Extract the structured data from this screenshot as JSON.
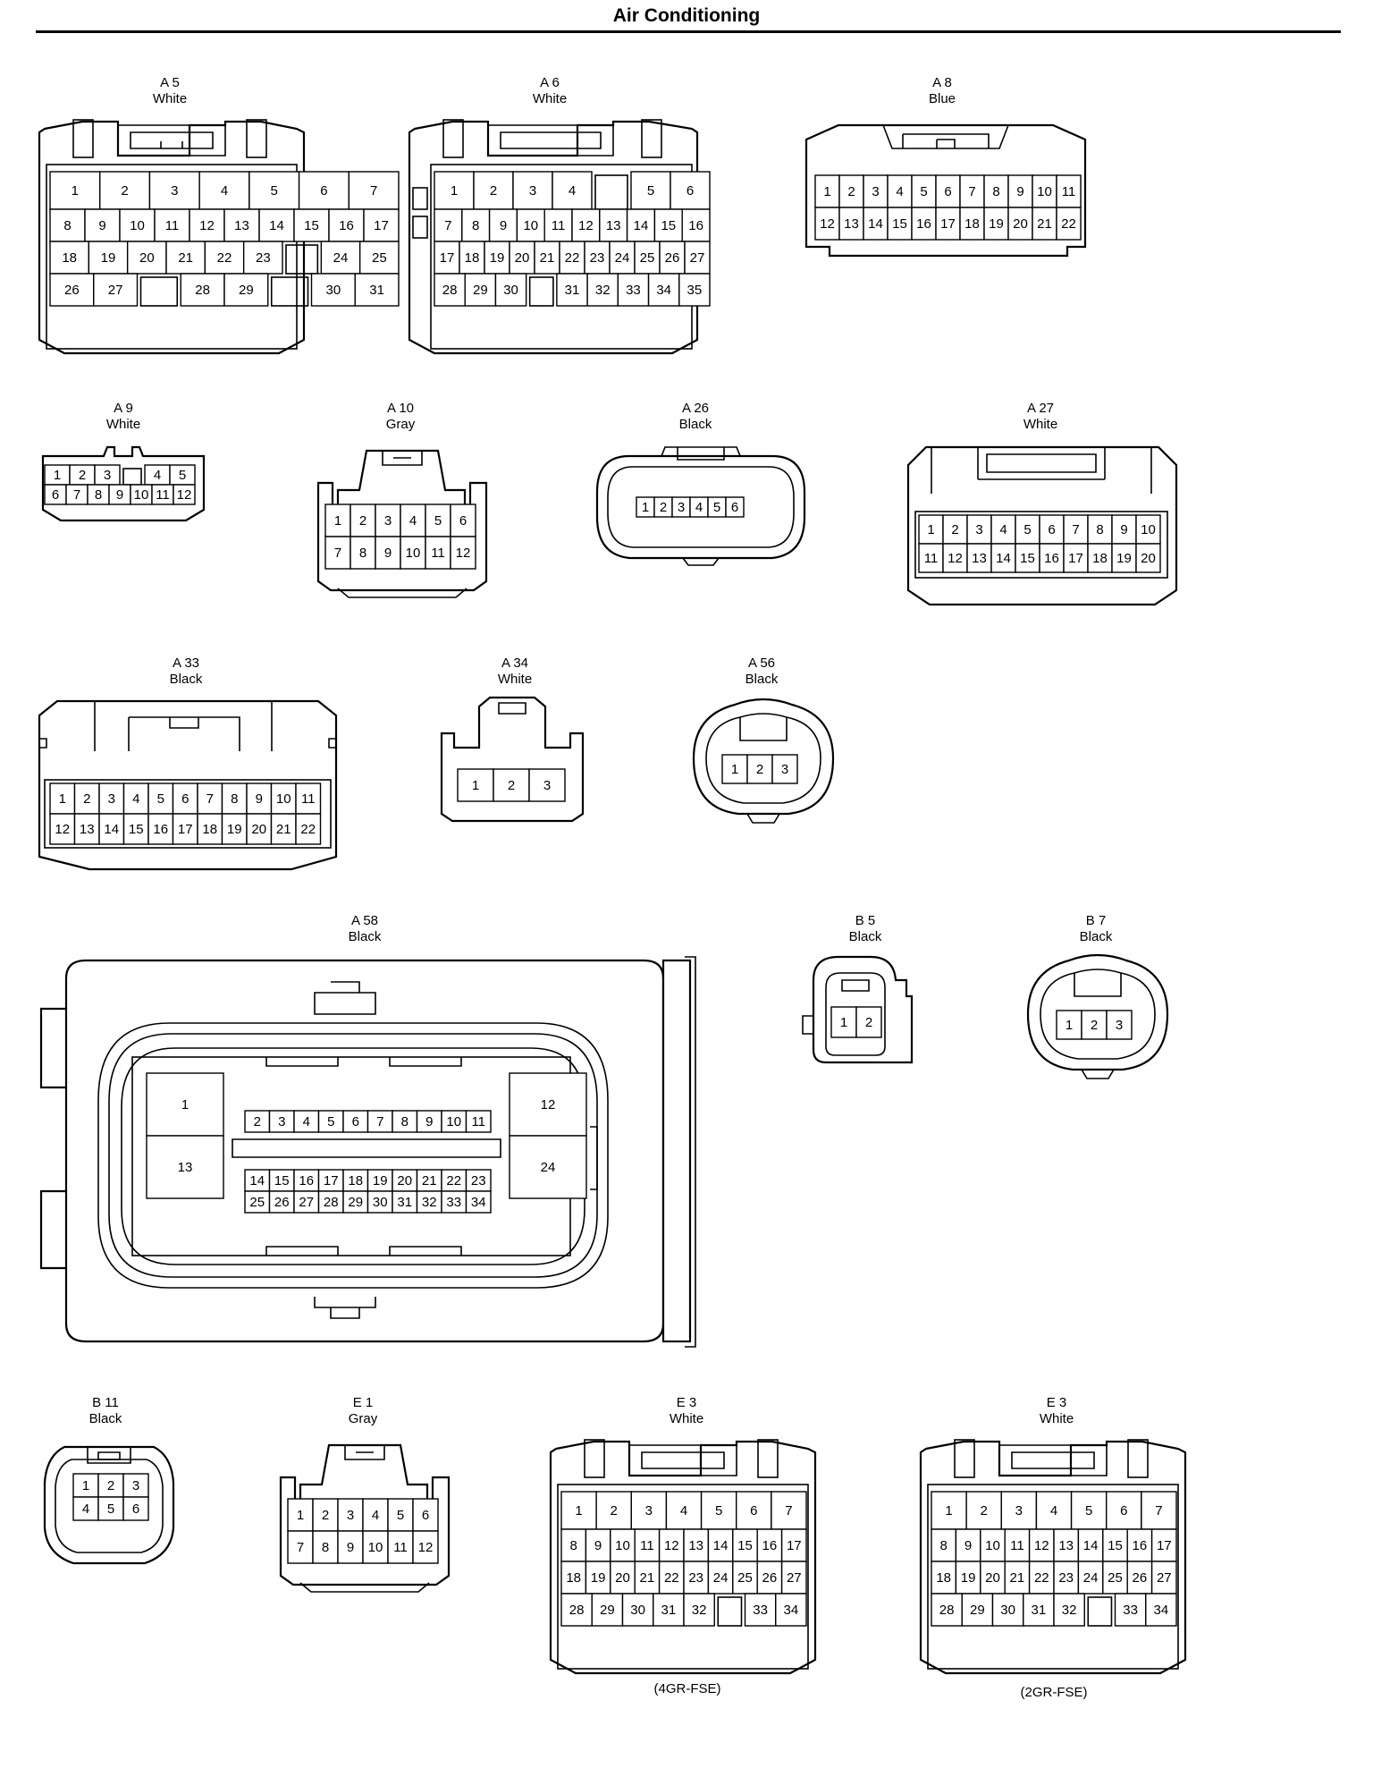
{
  "page_title": "Air Conditioning",
  "connectors": [
    {
      "id": "A5",
      "code": "A 5",
      "color": "White"
    },
    {
      "id": "A6",
      "code": "A 6",
      "color": "White"
    },
    {
      "id": "A8",
      "code": "A 8",
      "color": "Blue"
    },
    {
      "id": "A9",
      "code": "A 9",
      "color": "White"
    },
    {
      "id": "A10",
      "code": "A 10",
      "color": "Gray"
    },
    {
      "id": "A26",
      "code": "A 26",
      "color": "Black"
    },
    {
      "id": "A27",
      "code": "A 27",
      "color": "White"
    },
    {
      "id": "A33",
      "code": "A 33",
      "color": "Black"
    },
    {
      "id": "A34",
      "code": "A 34",
      "color": "White"
    },
    {
      "id": "A56",
      "code": "A 56",
      "color": "Black"
    },
    {
      "id": "A58",
      "code": "A 58",
      "color": "Black"
    },
    {
      "id": "B5",
      "code": "B 5",
      "color": "Black"
    },
    {
      "id": "B7",
      "code": "B 7",
      "color": "Black"
    },
    {
      "id": "B11",
      "code": "B 11",
      "color": "Black"
    },
    {
      "id": "E1",
      "code": "E 1",
      "color": "Gray"
    },
    {
      "id": "E3a",
      "code": "E 3",
      "color": "White",
      "variant": "(4GR-FSE)"
    },
    {
      "id": "E3b",
      "code": "E 3",
      "color": "White",
      "variant": "(2GR-FSE)"
    }
  ],
  "pins": {
    "A5": [
      [
        1,
        2,
        3,
        4,
        5,
        6,
        7
      ],
      [
        8,
        9,
        10,
        11,
        12,
        13,
        14,
        15,
        16,
        17
      ],
      [
        18,
        19,
        20,
        21,
        22,
        23,
        null,
        24,
        25
      ],
      [
        26,
        27,
        null,
        28,
        29,
        null,
        30,
        31
      ]
    ],
    "A6": [
      [
        1,
        2,
        3,
        4,
        null,
        5,
        6
      ],
      [
        7,
        8,
        9,
        10,
        11,
        12,
        13,
        14,
        15,
        16
      ],
      [
        17,
        18,
        19,
        20,
        21,
        22,
        23,
        24,
        25,
        26,
        27
      ],
      [
        28,
        29,
        30,
        null,
        31,
        32,
        33,
        34,
        35
      ]
    ],
    "A8": [
      [
        1,
        2,
        3,
        4,
        5,
        6,
        7,
        8,
        9,
        10,
        11
      ],
      [
        12,
        13,
        14,
        15,
        16,
        17,
        18,
        19,
        20,
        21,
        22
      ]
    ],
    "A9": [
      [
        1,
        2,
        3,
        null,
        4,
        5
      ],
      [
        6,
        7,
        8,
        9,
        10,
        11,
        12
      ]
    ],
    "A10": [
      [
        1,
        2,
        3,
        4,
        5,
        6
      ],
      [
        7,
        8,
        9,
        10,
        11,
        12
      ]
    ],
    "A26": [
      [
        1,
        2,
        3,
        4,
        5,
        6
      ]
    ],
    "A27": [
      [
        1,
        2,
        3,
        4,
        5,
        6,
        7,
        8,
        9,
        10
      ],
      [
        11,
        12,
        13,
        14,
        15,
        16,
        17,
        18,
        19,
        20
      ]
    ],
    "A33": [
      [
        1,
        2,
        3,
        4,
        5,
        6,
        7,
        8,
        9,
        10,
        11
      ],
      [
        12,
        13,
        14,
        15,
        16,
        17,
        18,
        19,
        20,
        21,
        22
      ]
    ],
    "A34": [
      [
        1,
        2,
        3
      ]
    ],
    "A56": [
      [
        1,
        2,
        3
      ]
    ],
    "A58": {
      "left": [
        1,
        13
      ],
      "top": [
        2,
        3,
        4,
        5,
        6,
        7,
        8,
        9,
        10,
        11
      ],
      "middle": [
        14,
        15,
        16,
        17,
        18,
        19,
        20,
        21,
        22,
        23
      ],
      "bottom": [
        25,
        26,
        27,
        28,
        29,
        30,
        31,
        32,
        33,
        34
      ],
      "right": [
        12,
        24
      ]
    },
    "B5": [
      [
        1,
        2
      ]
    ],
    "B7": [
      [
        1,
        2,
        3
      ]
    ],
    "B11": [
      [
        1,
        2,
        3
      ],
      [
        4,
        5,
        6
      ]
    ],
    "E1": [
      [
        1,
        2,
        3,
        4,
        5,
        6
      ],
      [
        7,
        8,
        9,
        10,
        11,
        12
      ]
    ],
    "E3a": [
      [
        1,
        2,
        3,
        4,
        5,
        6,
        7
      ],
      [
        8,
        9,
        10,
        11,
        12,
        13,
        14,
        15,
        16,
        17
      ],
      [
        18,
        19,
        20,
        21,
        22,
        23,
        24,
        25,
        26,
        27
      ],
      [
        28,
        29,
        30,
        31,
        32,
        null,
        33,
        34
      ]
    ],
    "E3b": [
      [
        1,
        2,
        3,
        4,
        5,
        6,
        7
      ],
      [
        8,
        9,
        10,
        11,
        12,
        13,
        14,
        15,
        16,
        17
      ],
      [
        18,
        19,
        20,
        21,
        22,
        23,
        24,
        25,
        26,
        27
      ],
      [
        28,
        29,
        30,
        31,
        32,
        null,
        33,
        34
      ]
    ]
  }
}
